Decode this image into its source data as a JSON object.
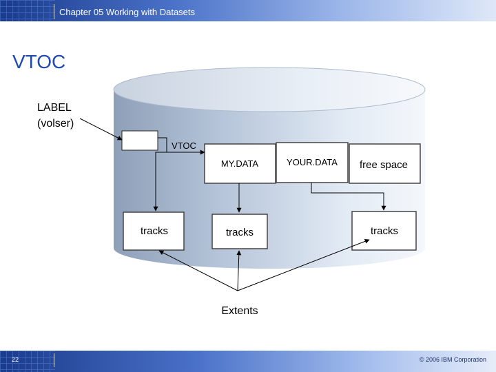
{
  "header": {
    "title": "Chapter 05 Working with Datasets"
  },
  "slide": {
    "title": "VTOC"
  },
  "diagram": {
    "label_line1": "LABEL",
    "label_line2": "(volser)",
    "vtoc_label": "VTOC",
    "datasets": [
      "MY.DATA",
      "YOUR.DATA",
      "free space"
    ],
    "tracks": [
      "tracks",
      "tracks",
      "tracks"
    ],
    "extents_label": "Extents"
  },
  "footer": {
    "page_number": "22",
    "copyright": "© 2006 IBM Corporation"
  }
}
